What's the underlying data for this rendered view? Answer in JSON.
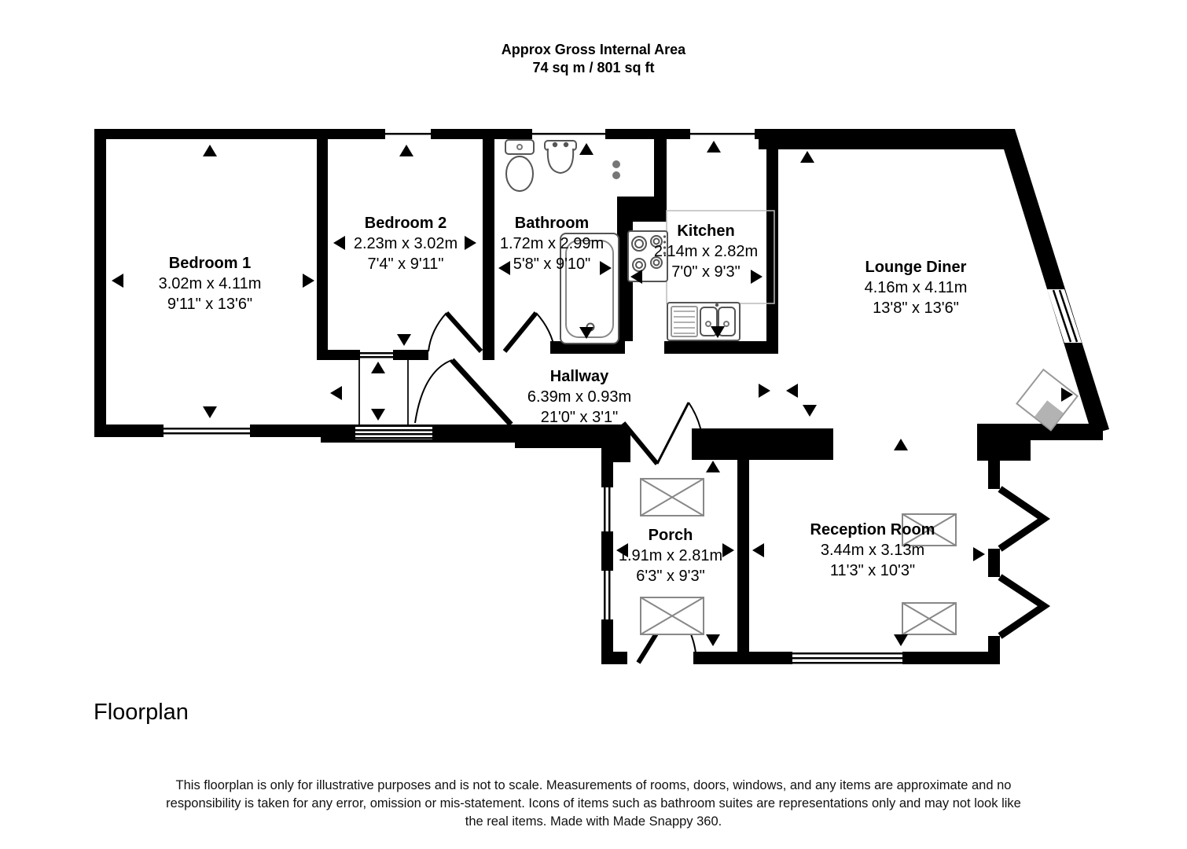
{
  "header": {
    "title": "Approx Gross Internal Area",
    "area": "74 sq m / 801 sq ft"
  },
  "rooms": [
    {
      "name": "Bedroom 1",
      "metric": "3.02m x 4.11m",
      "imperial": "9'11\" x 13'6\""
    },
    {
      "name": "Bedroom 2",
      "metric": "2.23m x 3.02m",
      "imperial": "7'4\" x 9'11\""
    },
    {
      "name": "Bathroom",
      "metric": "1.72m x 2.99m",
      "imperial": "5'8\" x 9'10\""
    },
    {
      "name": "Kitchen",
      "metric": "2.14m x 2.82m",
      "imperial": "7'0\" x 9'3\""
    },
    {
      "name": "Lounge Diner",
      "metric": "4.16m x 4.11m",
      "imperial": "13'8\" x 13'6\""
    },
    {
      "name": "Hallway",
      "metric": "6.39m x 0.93m",
      "imperial": "21'0\" x 3'1\""
    },
    {
      "name": "Porch",
      "metric": "1.91m x 2.81m",
      "imperial": "6'3\" x 9'3\""
    },
    {
      "name": "Reception Room",
      "metric": "3.44m x 3.13m",
      "imperial": "11'3\" x 10'3\""
    }
  ],
  "footer": {
    "label": "Floorplan",
    "disclaimer": "This floorplan is only for illustrative purposes and is not to scale. Measurements of rooms, doors, windows, and any items are approximate and no responsibility is taken for any error, omission or mis-statement. Icons of items such as bathroom suites are representations only and may not look like the real items. Made with Made Snappy 360."
  },
  "colors": {
    "wall": "#000000",
    "fixture_outline": "#555555",
    "light_outline": "#999999",
    "fireplace_fill": "#b3b3b3"
  }
}
